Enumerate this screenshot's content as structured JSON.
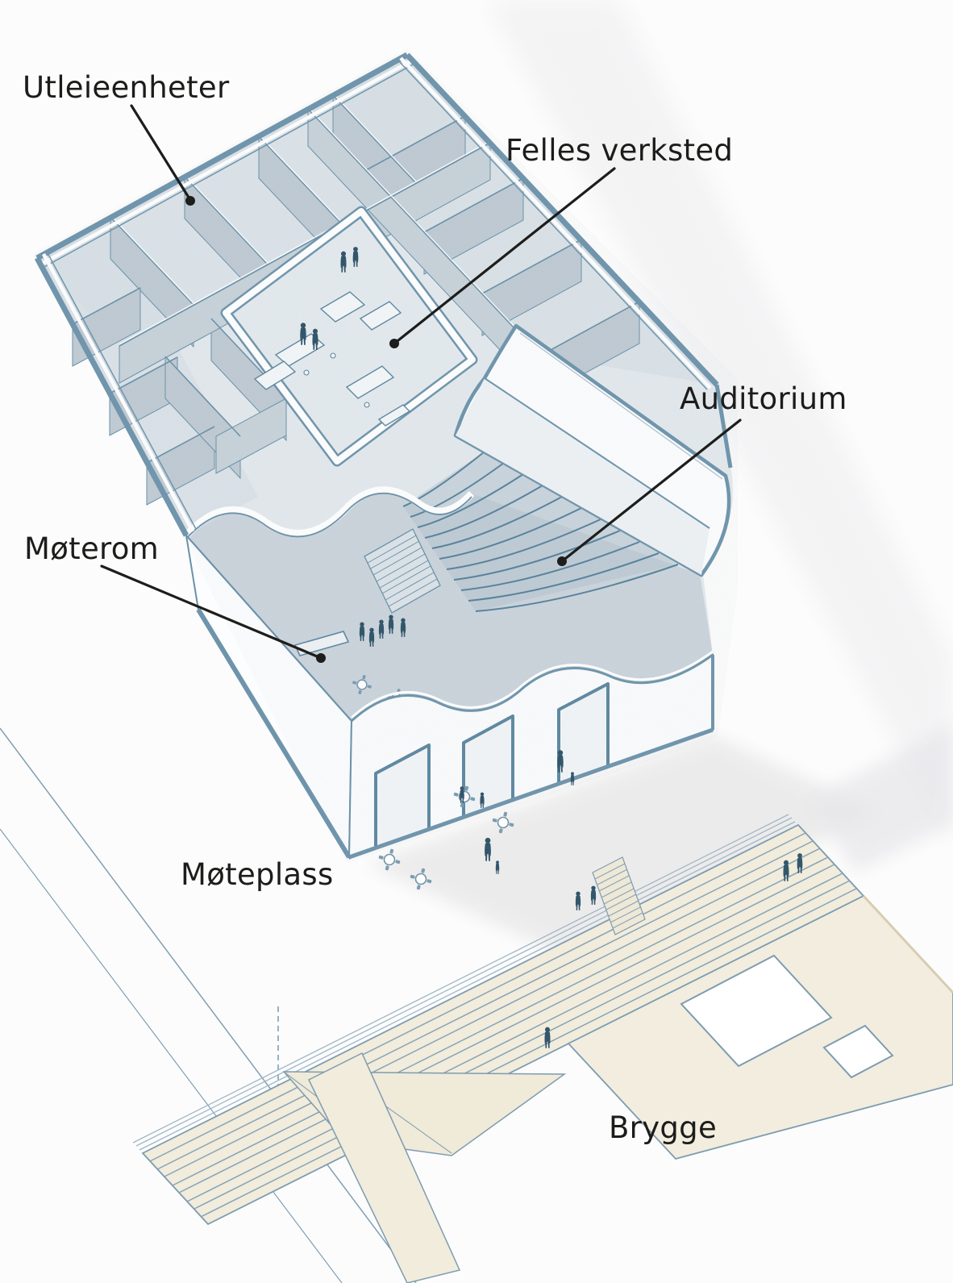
{
  "diagram": {
    "type": "axonometric-architecture-cutaway",
    "labels": {
      "utleieenheter": "Utleieenheter",
      "felles_verksted": "Felles verksted",
      "auditorium": "Auditorium",
      "moterom": "Møterom",
      "moteplass": "Møteplass",
      "brygge": "Brygge"
    },
    "colors": {
      "outline_blue": "#6e94ab",
      "wall_gray": "#c3ced6",
      "floor_gray": "#dbe2e7",
      "vault_white": "#fdfdfe",
      "dock_beige": "#f1ecdc",
      "people_blue": "#33566b",
      "label_text": "#1c1c1a",
      "shadow_gray": "#e9e9ec",
      "background": "#fcfcfc"
    }
  }
}
